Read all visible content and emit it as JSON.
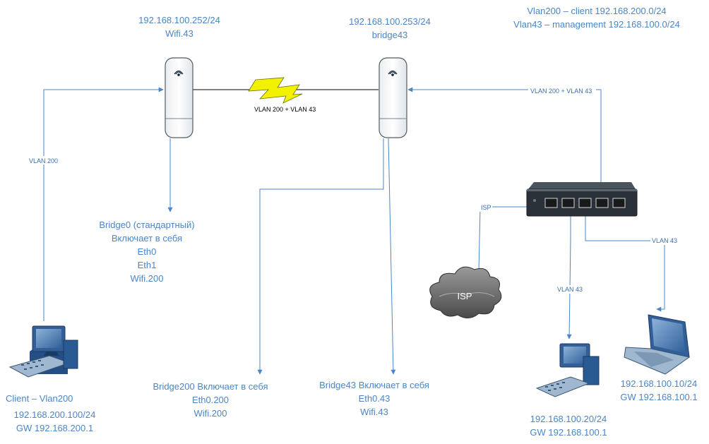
{
  "ap_left": {
    "ip": "192.168.100.252/24",
    "iface": "Wifi.43"
  },
  "ap_right": {
    "ip": "192.168.100.253/24",
    "iface": "bridge43"
  },
  "vlan_legend": {
    "line1": "Vlan200 – client 192.168.200.0/24",
    "line2": "Vlan43 – management 192.168.100.0/24"
  },
  "bridge0": {
    "lines": [
      "Bridge0 (стандартный)",
      "Включает в себя",
      "Eth0",
      "Eth1",
      "Wifi.200"
    ]
  },
  "bridge200": {
    "lines": [
      "Bridge200 Включает в себя",
      "Eth0.200",
      "Wifi.200"
    ]
  },
  "bridge43": {
    "lines": [
      "Bridge43 Включает в себя",
      "Eth0.43",
      "Wifi.43"
    ]
  },
  "client": {
    "title": "Client – Vlan200",
    "ip": "192.168.200.100/24",
    "gw": "GW 192.168.200.1"
  },
  "pc_right": {
    "ip": "192.168.100.20/24",
    "gw": "GW 192.168.100.1"
  },
  "laptop": {
    "ip": "192.168.100.10/24",
    "gw": "GW 192.168.100.1"
  },
  "links": {
    "wireless": "VLAN 200 + VLAN 43",
    "switch_uplink": "VLAN 200 + VLAN 43",
    "client_link": "VLAN 200",
    "isp_link": "ISP",
    "pc_link": "VLAN 43",
    "laptop_link": "VLAN 43"
  },
  "cloud": {
    "label": "ISP"
  },
  "colors": {
    "text": "#4a86c8",
    "line": "#4a86c8",
    "bolt": "#f2f200",
    "switch": "#2b3138"
  }
}
